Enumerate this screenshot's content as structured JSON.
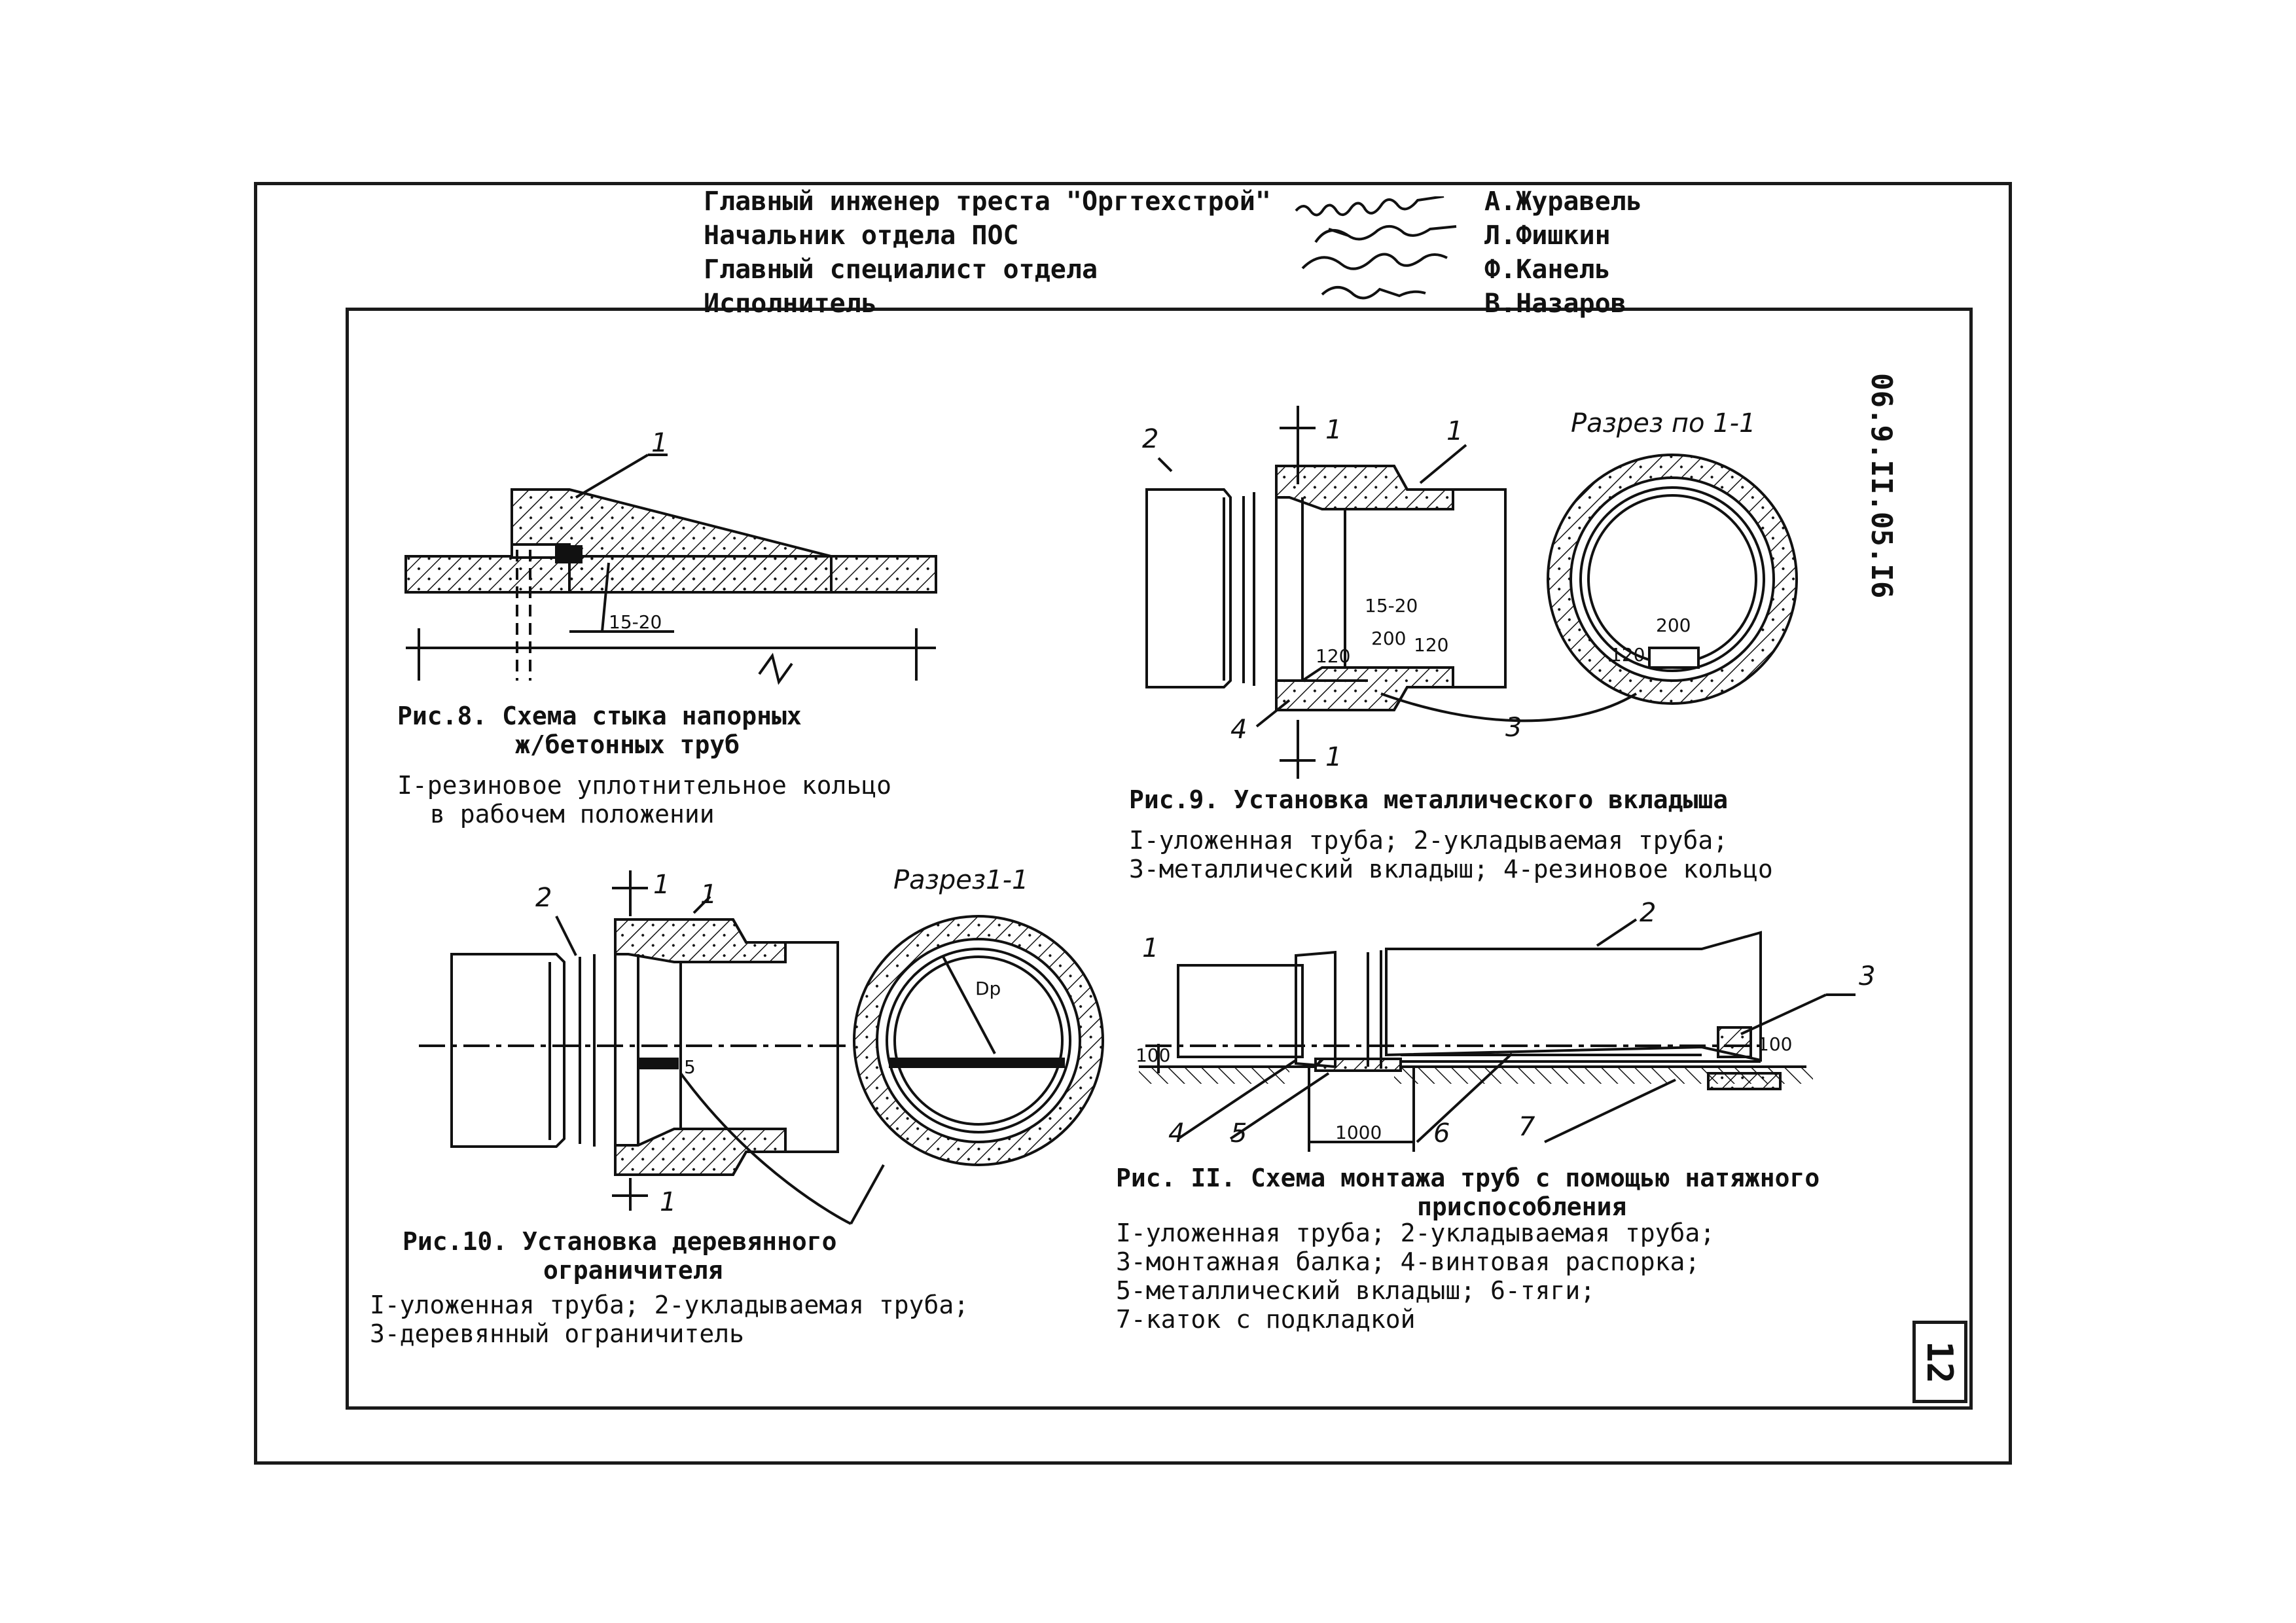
{
  "header": {
    "left_lines": [
      "Главный инженер треста \"Оргтехстрой\"",
      "Начальник отдела ПОС",
      "Главный специалист отдела",
      "Исполнитель"
    ],
    "right_lines": [
      "А.Журавель",
      "Л.Фишкин",
      "Ф.Канель",
      "В.Назаров"
    ]
  },
  "doc_number": "06.9.II.05.I6",
  "page_number": "12",
  "fig8": {
    "caption_lines": [
      "Рис.8. Схема стыка напорных",
      "ж/бетонных труб"
    ],
    "note_lines": [
      "I-резиновое уплотнительное кольцо",
      "в рабочем положении"
    ],
    "labels": {
      "item1": "1",
      "dim": "15-20"
    }
  },
  "fig9": {
    "caption": "Рис.9. Установка металлического вкладыша",
    "legend_lines": [
      "I-уложенная труба; 2-укладываемая труба;",
      "3-металлический вкладыш; 4-резиновое кольцо"
    ],
    "section_title": "Разрез по 1-1",
    "labels": {
      "item1": "1",
      "item2": "2",
      "item3": "3",
      "item4": "4",
      "sec_top": "1",
      "sec_bot": "1",
      "dim1": "15-20",
      "dim2": "200",
      "dim3": "120",
      "dim4": "120",
      "dim5": "200",
      "dim6": "120"
    }
  },
  "fig10": {
    "caption_lines": [
      "Рис.10. Установка деревянного",
      "ограничителя"
    ],
    "legend_lines": [
      "I-уложенная труба; 2-укладываемая труба;",
      "3-деревянный ограничитель"
    ],
    "section_title": "Разрез1-1",
    "labels": {
      "item1": "1",
      "item2": "2",
      "sec_top": "1",
      "sec_bot": "1",
      "dim1": "5",
      "dim2": "Dp"
    }
  },
  "fig11": {
    "caption_lines": [
      "Рис. II. Схема монтажа труб с помощью натяжного",
      "приспособления"
    ],
    "legend_lines": [
      "I-уложенная труба; 2-укладываемая труба;",
      "3-монтажная балка; 4-винтовая распорка;",
      "5-металлический вкладыш; 6-тяги;",
      "7-каток с подкладкой"
    ],
    "labels": {
      "item1": "1",
      "item2": "2",
      "item3": "3",
      "item4": "4",
      "item5": "5",
      "item6": "6",
      "item7": "7",
      "dim1": "100",
      "dim2": "1000",
      "dim3": "100"
    }
  }
}
